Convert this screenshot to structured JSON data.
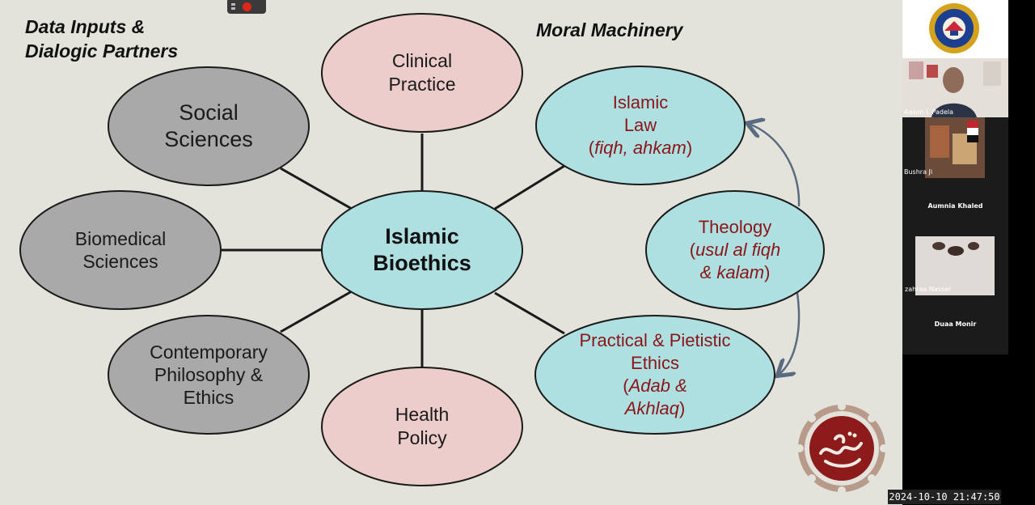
{
  "slide": {
    "left_heading": [
      "Data Inputs &",
      "Dialogic Partners"
    ],
    "right_heading": "Moral Machinery",
    "nodes": {
      "center": [
        "Islamic",
        "Bioethics"
      ],
      "clinical_practice": [
        "Clinical",
        "Practice"
      ],
      "social_sciences": [
        "Social",
        "Sciences"
      ],
      "biomedical_sciences": [
        "Biomedical",
        "Sciences"
      ],
      "contemporary_philosophy": [
        "Contemporary",
        "Philosophy &",
        "Ethics"
      ],
      "health_policy": [
        "Health",
        "Policy"
      ],
      "islamic_law": {
        "line1": "Islamic",
        "line2": "Law",
        "line3_open": "(",
        "line3_italic": "fiqh, ahkam",
        "line3_close": ")"
      },
      "theology": {
        "line1": "Theology",
        "line2_open": "(",
        "line2_italic": "usul al fiqh",
        "line3_italic": "& kalam",
        "line3_close": ")"
      },
      "practical_ethics": {
        "line1": "Practical & Pietistic",
        "line2": "Ethics",
        "line3_open": "(",
        "line3_italic": "Adab &",
        "line4_italic": "Akhlaq",
        "line4_close": ")"
      }
    },
    "colors": {
      "gray": "#a9a9a9",
      "pink": "#edcdcb",
      "cyan": "#aedfe1",
      "stroke": "#1a1a1a",
      "arrow": "#5a6a80",
      "accent_red": "#8b1518"
    }
  },
  "participants": [
    {
      "name": "",
      "type": "logo"
    },
    {
      "name": "Aasim I. Padela",
      "type": "video"
    },
    {
      "name": "Bushra Ji",
      "type": "video"
    },
    {
      "name": "Aumnia Khaled",
      "type": "name-only"
    },
    {
      "name": "zahraa Nasser",
      "type": "video"
    },
    {
      "name": "Duaa Monir",
      "type": "name-only"
    }
  ],
  "timestamp": "2024-10-10  21:47:50"
}
